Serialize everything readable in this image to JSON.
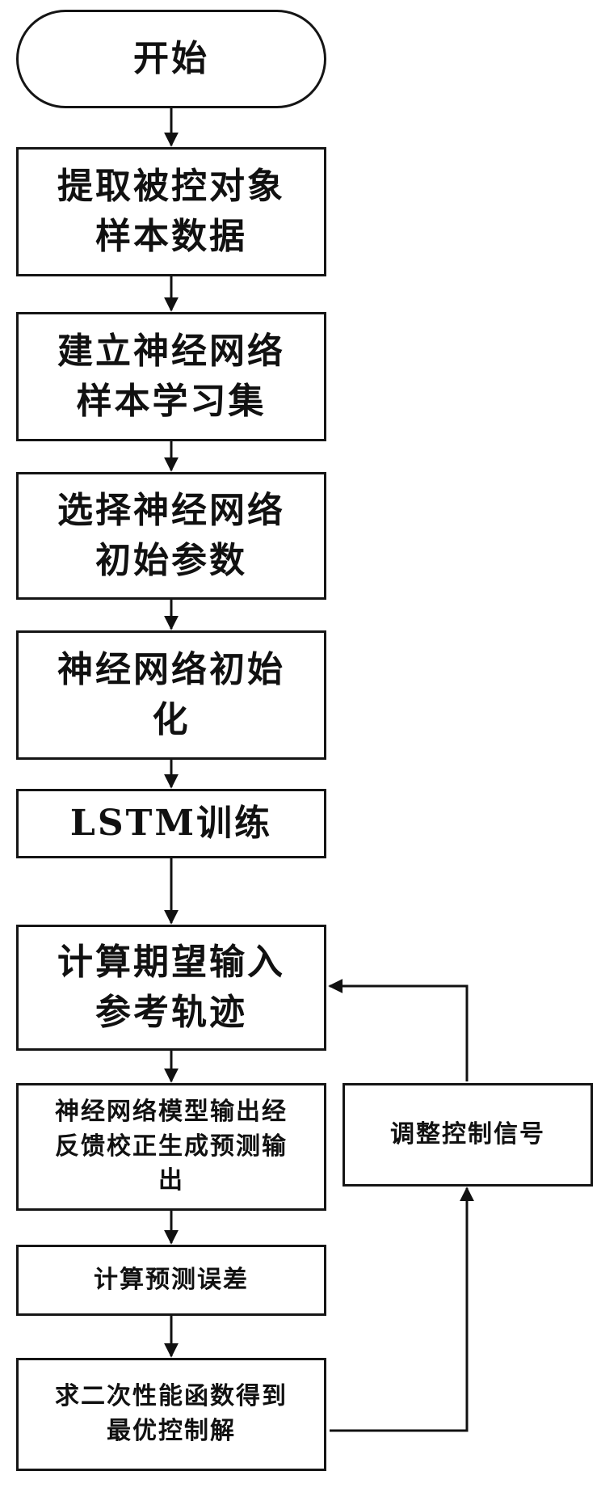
{
  "flowchart": {
    "start": "开始",
    "step1": "提取被控对象\n样本数据",
    "step2": "建立神经网络\n样本学习集",
    "step3": "选择神经网络\n初始参数",
    "step4": "神经网络初始\n化",
    "step5": "LSTM训练",
    "step6": "计算期望输入\n参考轨迹",
    "step7": "神经网络模型输出经\n反馈校正生成预测输\n出",
    "step8": "计算预测误差",
    "step9": "求二次性能函数得到\n最优控制解",
    "feedback": "调整控制信号"
  }
}
